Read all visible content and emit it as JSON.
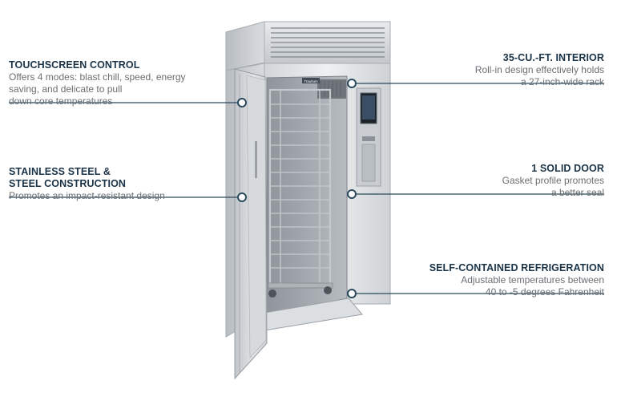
{
  "callouts": {
    "touchscreen": {
      "title": [
        "TOUCHSCREEN CONTROL"
      ],
      "description": [
        "Offers 4 modes: blast chill, speed, energy",
        "saving, and delicate to pull",
        "down core temperatures"
      ]
    },
    "stainless": {
      "title": [
        "STAINLESS STEEL &",
        "STEEL CONSTRUCTION"
      ],
      "description": [
        "Promotes an impact-resistant design"
      ]
    },
    "interior": {
      "title": [
        "35-CU.-FT. INTERIOR"
      ],
      "description": [
        "Roll-in design effectively holds",
        "a 27-inch-wide rack"
      ]
    },
    "door": {
      "title": [
        "1 SOLID DOOR"
      ],
      "description": [
        "Gasket profile promotes",
        "a better seal"
      ]
    },
    "refrigeration": {
      "title": [
        "SELF-CONTAINED REFRIGERATION"
      ],
      "description": [
        "Adjustable temperatures between",
        "40 to -5 degrees Fahrenheit"
      ]
    }
  },
  "colors": {
    "title": "#1b3347",
    "description": "#6b6f73",
    "leader_line": "#2a4a5e",
    "steel_light": "#e4e6e8",
    "steel_mid": "#c9cdd1",
    "steel_dark": "#9aa0a6"
  },
  "product": {
    "badge": "Traulsen"
  }
}
